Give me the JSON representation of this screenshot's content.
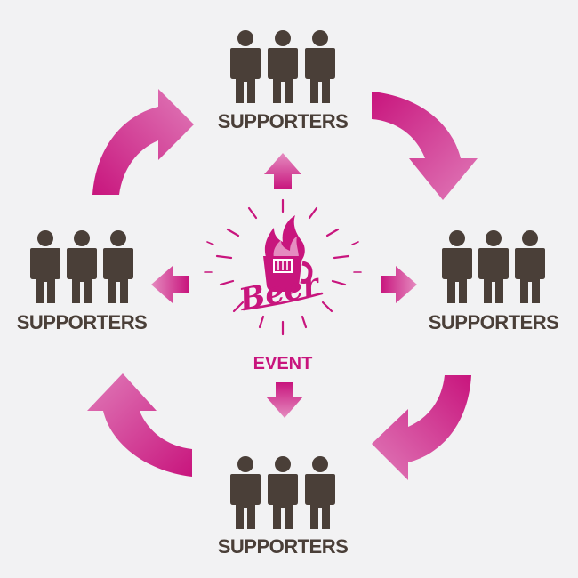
{
  "colors": {
    "background": "#f2f2f3",
    "accent": "#c8157d",
    "accent_light": "#e07ab8",
    "people": "#4a3f38"
  },
  "center": {
    "logo_icon": "beer-flame-logo-icon",
    "logo_text": "Beer",
    "label": "EVENT"
  },
  "groups": {
    "top": {
      "label": "SUPPORTERS",
      "icon": "people-group-icon"
    },
    "right": {
      "label": "SUPPORTERS",
      "icon": "people-group-icon"
    },
    "bottom": {
      "label": "SUPPORTERS",
      "icon": "people-group-icon"
    },
    "left": {
      "label": "SUPPORTERS",
      "icon": "people-group-icon"
    }
  },
  "arrows": {
    "outward": [
      "up-arrow-icon",
      "right-arrow-icon",
      "down-arrow-icon",
      "left-arrow-icon"
    ],
    "cycle": [
      "curved-arrow-top-right-icon",
      "curved-arrow-bottom-right-icon",
      "curved-arrow-bottom-left-icon",
      "curved-arrow-top-left-icon"
    ]
  }
}
